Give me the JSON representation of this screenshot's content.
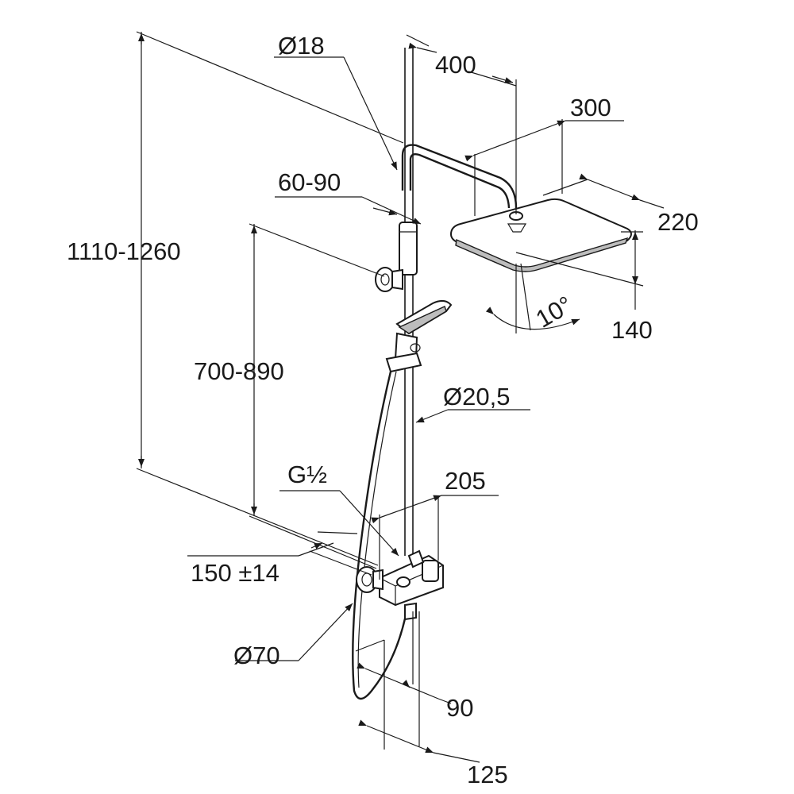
{
  "dimensions": {
    "head_pipe_diameter": "Ø18",
    "arm_reach": "400",
    "head_width": "300",
    "head_depth": "220",
    "head_height": "140",
    "tilt_angle": "10°",
    "holder_adjust": "60-90",
    "overall_height": "1110-1260",
    "holder_height": "700-890",
    "riser_diameter": "Ø20,5",
    "connection_thread": "G½",
    "thermostat_width": "205",
    "connection_spacing": "150 ±14",
    "rosette_diameter": "Ø70",
    "wall_offset_1": "90",
    "wall_offset_2": "125"
  },
  "colors": {
    "line": "#1a1a1a",
    "background": "#ffffff",
    "shading": "#bdbdbd"
  }
}
